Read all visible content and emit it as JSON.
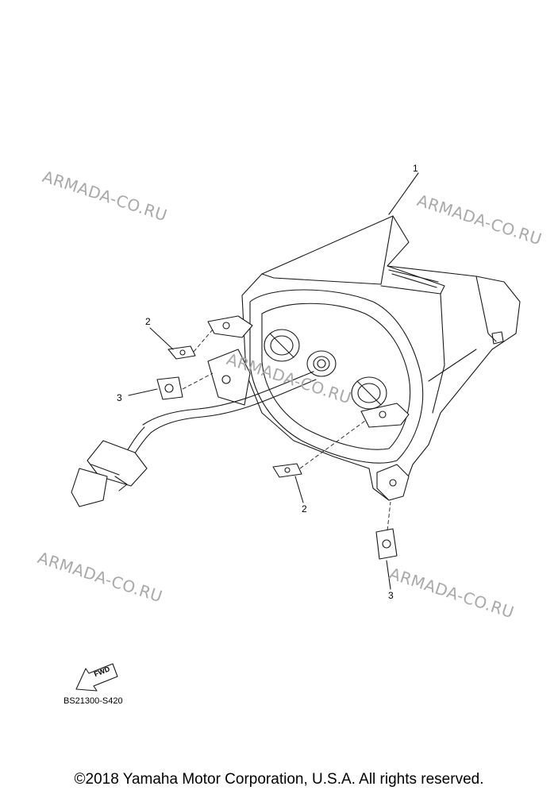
{
  "watermarks": [
    "ARMADA-CO.RU",
    "ARMADA-CO.RU",
    "ARMADA-CO.RU",
    "ARMADA-CO.RU",
    "ARMADA-CO.RU"
  ],
  "callouts": [
    "1",
    "2",
    "3",
    "2",
    "3"
  ],
  "fwd_label": "FWD",
  "diagram_code": "BS21300-S420",
  "copyright": "©2018 Yamaha Motor Corporation, U.S.A. All rights reserved."
}
